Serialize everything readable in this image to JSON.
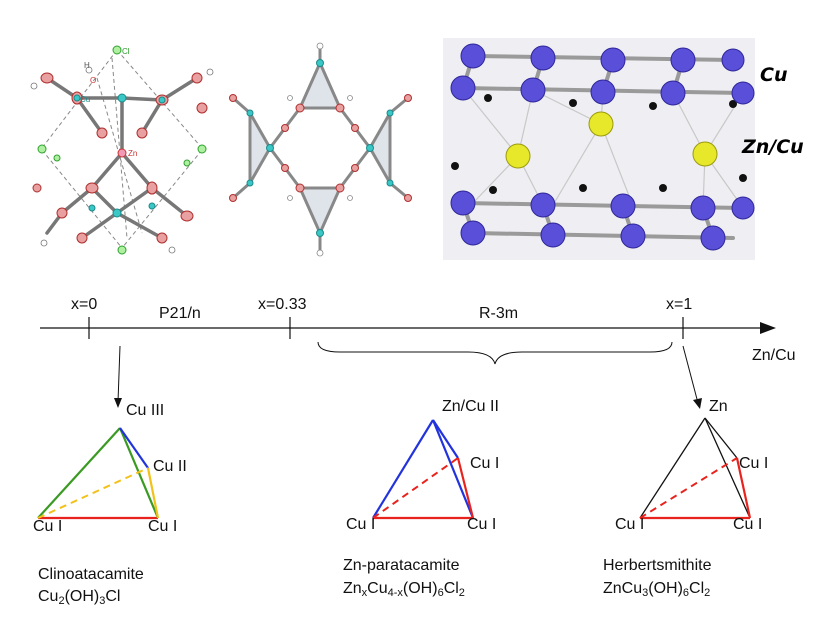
{
  "structures": {
    "left": {
      "atom_cl": "Cl",
      "atom_h": "H",
      "atom_o": "O",
      "atom_cu": "Cu",
      "atom_zn": "Zn"
    },
    "right": {
      "label_cu": "Cu",
      "label_zncu": "Zn/Cu"
    }
  },
  "axis": {
    "ticks": [
      "x=0",
      "x=0.33",
      "x=1"
    ],
    "phase_p21n": "P21/n",
    "phase_r3m": "R-3m",
    "axis_label": "Zn/Cu"
  },
  "tetrahedra": [
    {
      "apex": "Cu III",
      "mid": "Cu II",
      "left": "Cu I",
      "right": "Cu I",
      "name": "Clinoatacamite",
      "formula": [
        [
          "Cu",
          ""
        ],
        [
          "2",
          ""
        ],
        [
          "(OH)",
          ""
        ],
        [
          "3",
          ""
        ],
        [
          "Cl",
          ""
        ]
      ]
    },
    {
      "apex": "Zn/Cu II",
      "mid": "Cu I",
      "left": "Cu I",
      "right": "Cu I",
      "name": "Zn-paratacamite"
    },
    {
      "apex": "Zn",
      "mid": "Cu I",
      "left": "Cu I",
      "right": "Cu I",
      "name": "Herbertsmithite"
    }
  ],
  "formulas": {
    "f1": [
      "Cu",
      "2",
      "(OH)",
      "3",
      "Cl"
    ],
    "f2": [
      "Zn",
      "x",
      "Cu",
      "4-x",
      "(OH)",
      "6",
      "Cl",
      "2"
    ],
    "f3": [
      "ZnCu",
      "3",
      "(OH)",
      "6",
      "Cl",
      "2"
    ]
  },
  "colors": {
    "red": "#e8231e",
    "blue": "#2233dd",
    "green": "#3a9a22",
    "yellow": "#f2c21a",
    "atom_blue": "#5a4fd8",
    "atom_yellow": "#e8e82a",
    "bond_gray": "#9a9a9a"
  }
}
